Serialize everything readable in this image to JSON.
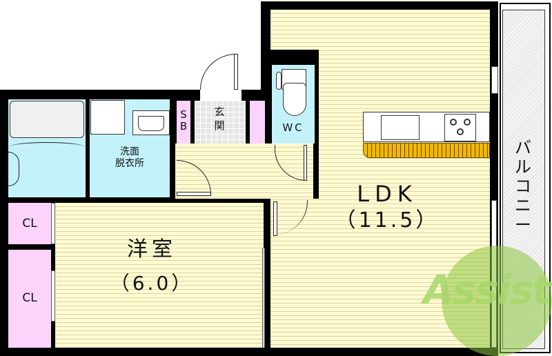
{
  "plan": {
    "rooms": [
      {
        "id": "ldk",
        "name": "LDK",
        "size": "（11.5）"
      },
      {
        "id": "western",
        "name": "洋室",
        "size": "（6.0）"
      },
      {
        "id": "washroom",
        "name": "洗面\n脱衣所",
        "line1": "洗面",
        "line2": "脱衣所"
      },
      {
        "id": "entrance",
        "name": "玄関"
      },
      {
        "id": "toilet",
        "name": "WC"
      },
      {
        "id": "shoe_box",
        "name": "SB",
        "line1": "S",
        "line2": "B"
      },
      {
        "id": "closet1",
        "name": "CL"
      },
      {
        "id": "closet2",
        "name": "CL"
      },
      {
        "id": "balcony",
        "name": "バルコニー"
      }
    ],
    "watermark": {
      "text": "Assist"
    },
    "colors": {
      "wall": "#000000",
      "floor": "#fffbd0",
      "wet_area": "#c4f2fb",
      "closet": "#fbd3fb",
      "entrance_tile": "#e6e6e6",
      "counter": "#f2b705",
      "watermark": "#8cc63f"
    }
  }
}
